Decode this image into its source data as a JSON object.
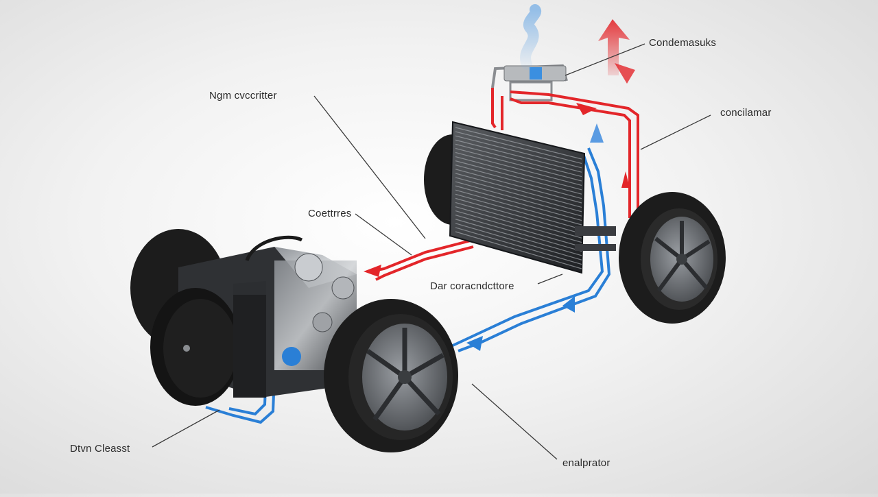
{
  "labels": {
    "top_right": "Condemasuks",
    "right": "concilamar",
    "top_left": "Ngm cvccritter",
    "mid_left": "Coettrres",
    "center": "Dar coracndcttore",
    "bottom_left": "Dtvn Cleasst",
    "bottom": "enalprator"
  },
  "colors": {
    "hot_line": "#e3262a",
    "cold_line": "#2a7fd6",
    "leader_line": "#3a3a3a",
    "tire": "#1c1c1c",
    "rim": "#6b6e72",
    "radiator": "#2e3033"
  }
}
